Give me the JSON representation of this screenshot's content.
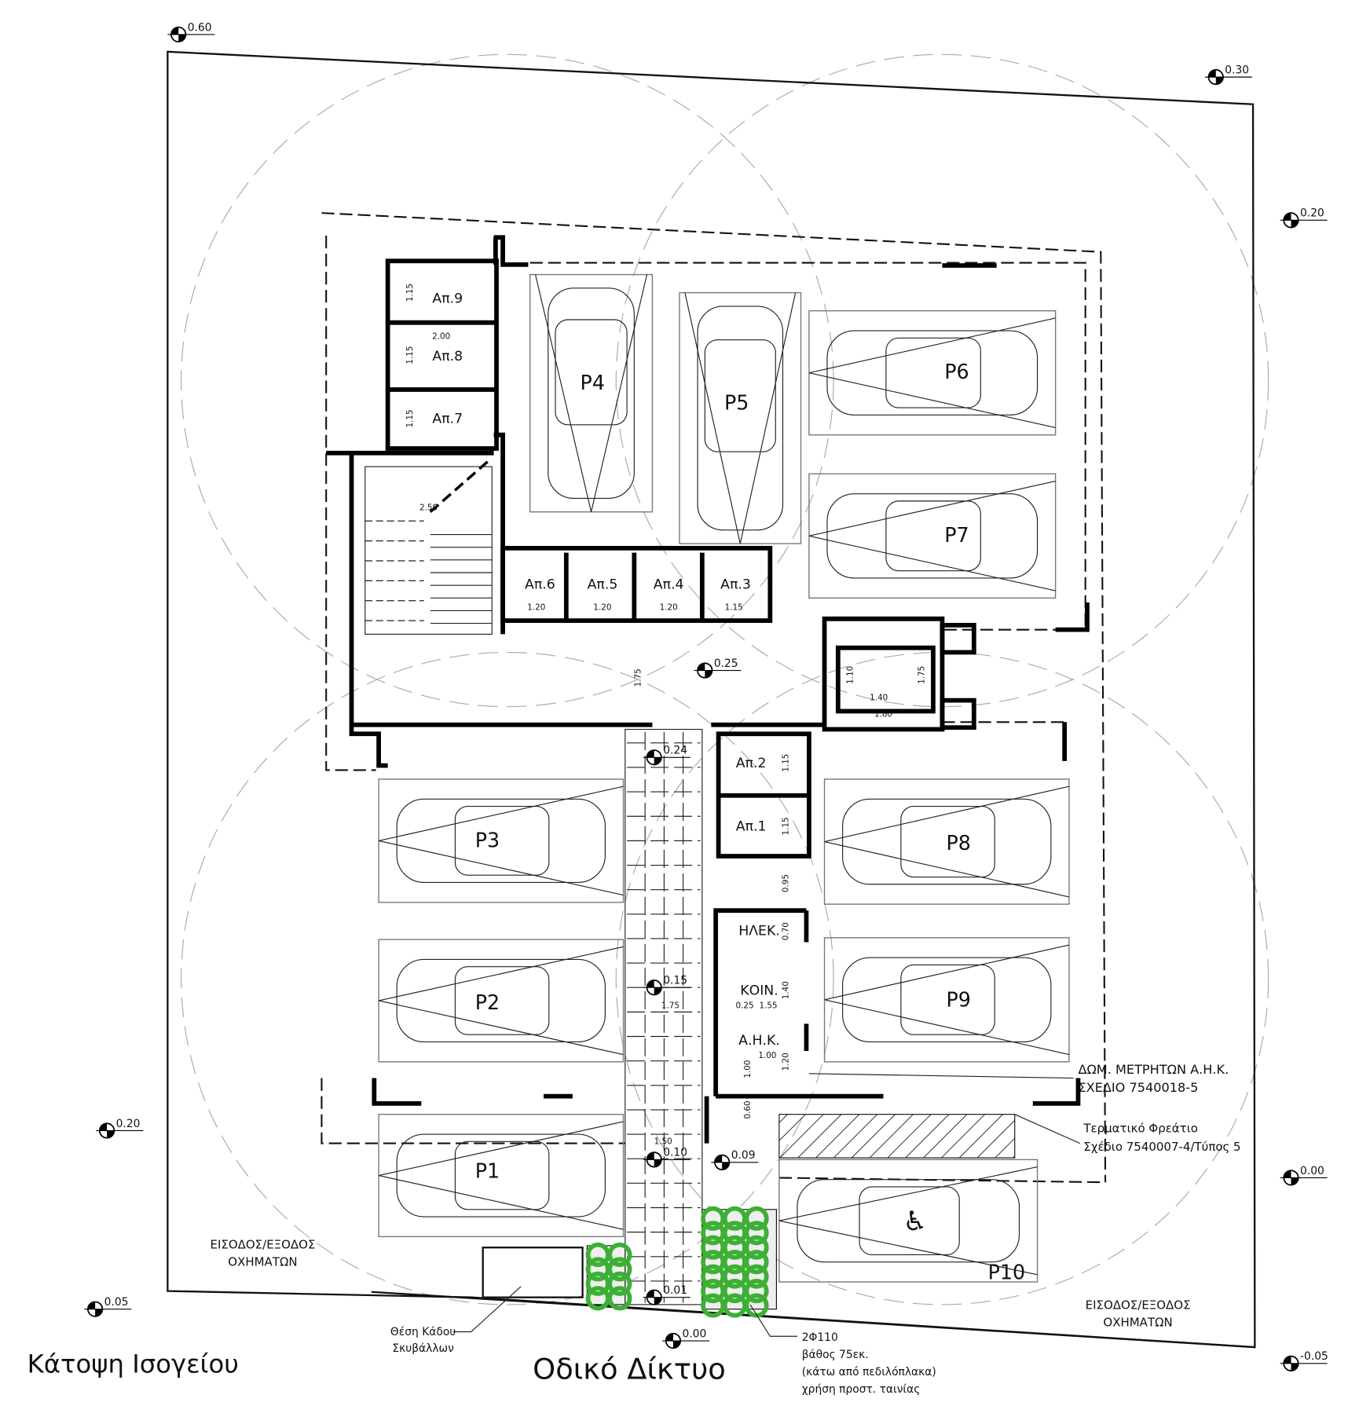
{
  "title": "Κάτοψη Ισογείου",
  "road_label": "Οδικό Δίκτυο",
  "rooms": [
    "Απ.9",
    "Απ.8",
    "Απ.7",
    "Απ.6",
    "Απ.5",
    "Απ.4",
    "Απ.3",
    "Απ.2",
    "Απ.1",
    "ΗΛΕΚ.",
    "ΚΟΙΝ.",
    "Α.Η.Κ."
  ],
  "parking": [
    "P1",
    "P2",
    "P3",
    "P4",
    "P5",
    "P6",
    "P7",
    "P8",
    "P9",
    "P10"
  ],
  "elevations": [
    "0.60",
    "0.30",
    "0.20",
    "0.20",
    "0.00",
    "0.05",
    "-0.05",
    "0.00",
    "0.25",
    "0.24",
    "0.15",
    "0.10",
    "0.09",
    "0.01"
  ],
  "dimensions": [
    "1.15",
    "2.00",
    "1.15",
    "1.15",
    "2.50",
    "1.20",
    "1.20",
    "1.20",
    "1.15",
    "1.75",
    "1.10",
    "1.40",
    "1.80",
    "1.75",
    "1.15",
    "1.15",
    "0.95",
    "0.70",
    "1.40",
    "0.25",
    "1.55",
    "1.75",
    "1.00",
    "1.00",
    "1.20",
    "0.60",
    "1.50"
  ],
  "annotations": {
    "meter_room": [
      "ΔΩΜ. ΜΕΤΡΗΤΩΝ Α.Η.Κ.",
      "ΣΧΕΔΙΟ 7540018-5"
    ],
    "terminal_pit": [
      "Τερματικό Φρεάτιο",
      "Σχέδιο 7540007-4/Τύπος 5"
    ],
    "vehicle_entry_left": [
      "ΕΙΣΟΔΟΣ/ΕΞΟΔΟΣ",
      "ΟΧΗΜΑΤΩΝ"
    ],
    "vehicle_entry_right": [
      "ΕΙΣΟΔΟΣ/ΕΞΟΔΟΣ",
      "ΟΧΗΜΑΤΩΝ"
    ],
    "bin_position": [
      "Θέση Κάδου",
      "Σκυβάλλων"
    ],
    "pipes": [
      "2Φ110",
      "βάθος 75εκ.",
      "(κάτω από πεδιλόπλακα)",
      "χρήση προστ. ταινίας"
    ]
  },
  "colors": {
    "walls": "#000000",
    "planting": "#3cb034",
    "circles": "#aaaaaa"
  }
}
